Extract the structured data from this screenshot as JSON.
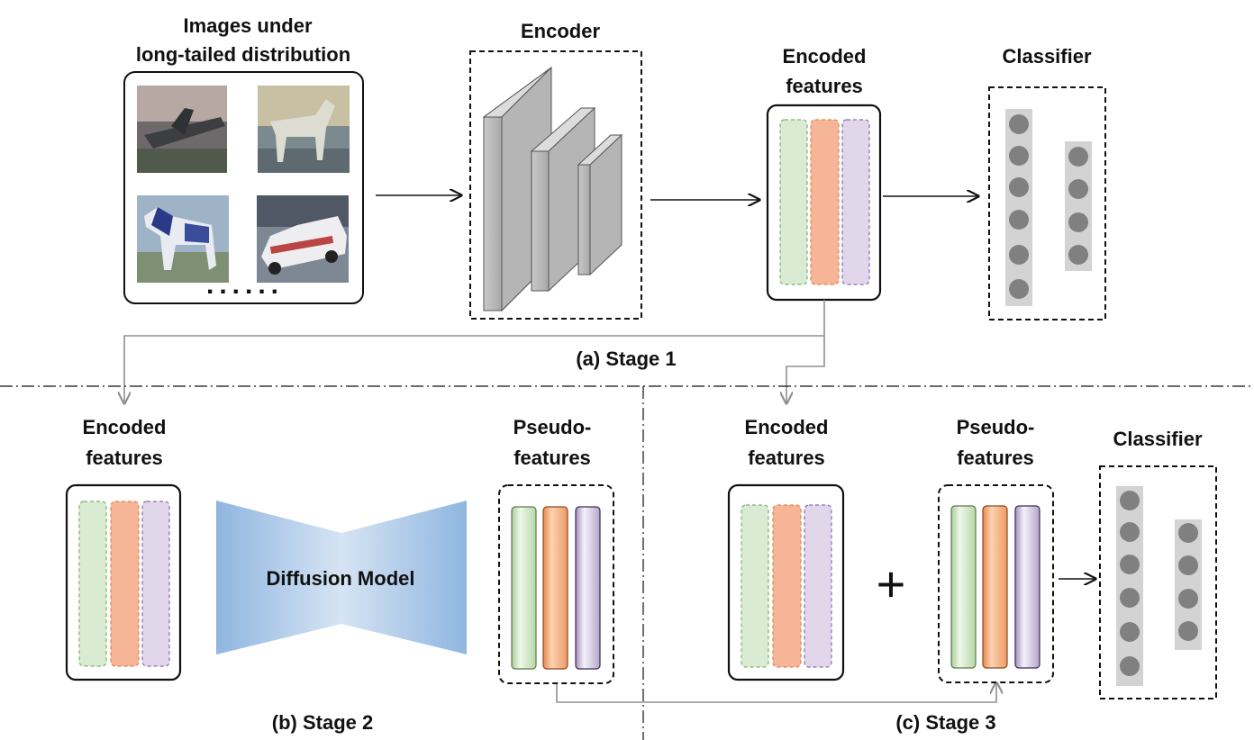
{
  "stage1": {
    "images_title_line1": "Images under",
    "images_title_line2": "long-tailed distribution",
    "encoder_title": "Encoder",
    "encoded_title_line1": "Encoded",
    "encoded_title_line2": "features",
    "classifier_title": "Classifier",
    "caption": "(a) Stage 1",
    "thumbnails": [
      "airplane-thumbnail",
      "horse-thumbnail",
      "dog-thumbnail",
      "car-thumbnail"
    ],
    "ellipsis": "......"
  },
  "stage2": {
    "encoded_title_line1": "Encoded",
    "encoded_title_line2": "features",
    "diffusion_label": "Diffusion Model",
    "pseudo_title_line1": "Pseudo-",
    "pseudo_title_line2": "features",
    "caption": "(b) Stage 2"
  },
  "stage3": {
    "encoded_title_line1": "Encoded",
    "encoded_title_line2": "features",
    "pseudo_title_line1": "Pseudo-",
    "pseudo_title_line2": "features",
    "plus": "+",
    "classifier_title": "Classifier",
    "caption": "(c) Stage 3"
  },
  "colors": {
    "feature_green": "#d9ebd3",
    "feature_orange": "#f5b596",
    "feature_purple": "#e1d6ea",
    "diffusion_blue": "#8fb6e0",
    "neuron_column": "#d3d3d3",
    "neuron": "#808080",
    "arrow_gray": "#909090"
  }
}
